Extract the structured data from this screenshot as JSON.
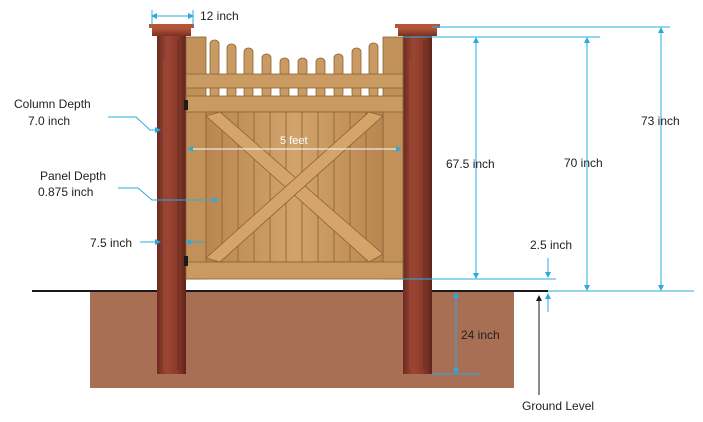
{
  "labels": {
    "column_width": "12 inch",
    "column_depth_line1": "Column Depth",
    "column_depth_line2": "7.0 inch",
    "panel_depth_line1": "Panel Depth",
    "panel_depth_line2": "0.875 inch",
    "rail_width": "7.5 inch",
    "gate_width": "5 feet",
    "gate_height": "67.5 inch",
    "panel_height": "70 inch",
    "total_height": "73 inch",
    "ground_gap": "2.5 inch",
    "post_depth": "24 inch",
    "ground_level": "Ground Level"
  },
  "colors": {
    "dimension_line": "#29abe2",
    "post": "#8f3a2c",
    "post_cap": "#a8482e",
    "wood": "#c99a62",
    "soil": "#a86f55",
    "ground_line": "#1a1a1a"
  }
}
